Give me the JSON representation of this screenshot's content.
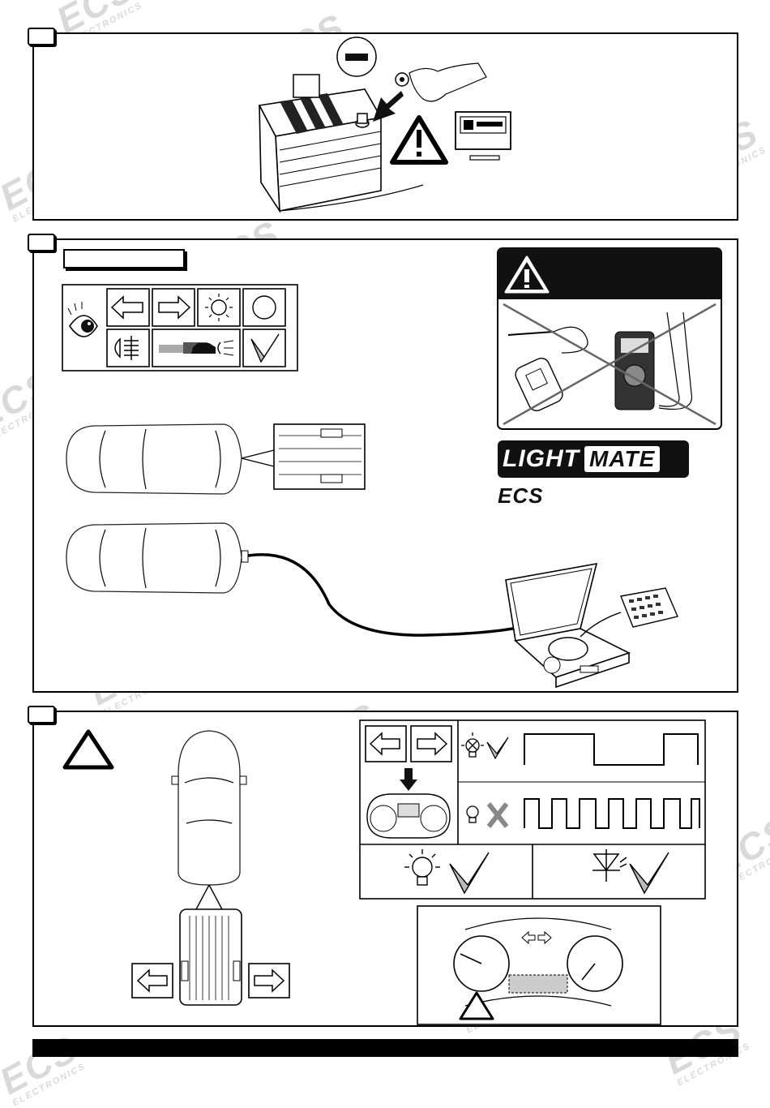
{
  "brand": {
    "logo_word_1": "LIGHT",
    "logo_word_2": "MATE",
    "company": "ECS"
  },
  "watermark": {
    "big": "ECS",
    "small": "ELECTRONICS"
  },
  "colors": {
    "ink": "#000000",
    "watermark": "#bbbbbb",
    "warning_bg": "#111111"
  },
  "icons": {
    "minus": "battery-minus-icon",
    "warning": "warning-triangle-icon",
    "eye": "eye-icon",
    "arrow_left": "arrow-left-icon",
    "arrow_right": "arrow-right-icon",
    "brake_light": "brake-light-icon",
    "tail_light": "tail-light-icon",
    "fog_light": "fog-light-icon",
    "reverse_light": "reverse-light-icon",
    "check": "checkmark-icon",
    "cross": "cross-icon"
  }
}
